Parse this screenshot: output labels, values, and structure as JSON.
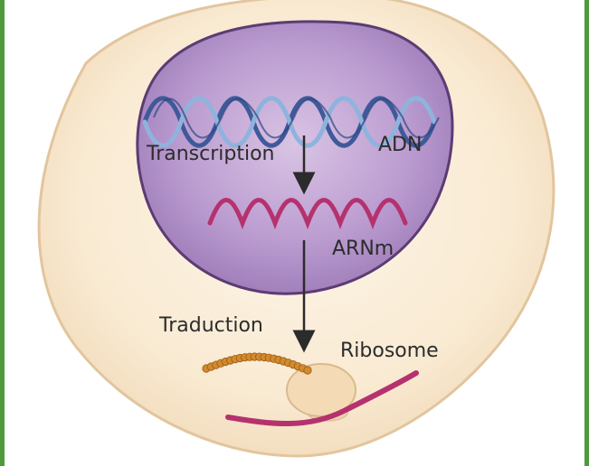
{
  "labels": {
    "dna": "ADN",
    "transcription": "Transcription",
    "mrna": "ARNm",
    "translation": "Traduction",
    "ribosome": "Ribosome"
  },
  "colors": {
    "frame": "#4f9a3a",
    "cell_fill": "#fbeed8",
    "nucleus_fill": "#b492c8",
    "dna_strand_a": "#3f5a9a",
    "dna_strand_b": "#8fb3dc",
    "mrna": "#b5326e",
    "protein_beads": "#d38a2c",
    "ribosome": "#f4dbb6"
  }
}
